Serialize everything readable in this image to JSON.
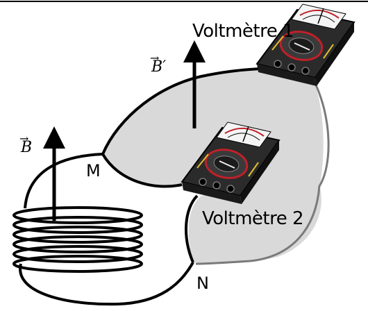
{
  "labels": {
    "voltmeter_1": "Voltmètre 1",
    "voltmeter_2": "Voltmètre 2",
    "point_m": "M",
    "point_n": "N",
    "field_b": "B",
    "field_b_prime": "B′",
    "vector_arrow": "→"
  },
  "colors": {
    "surface_fill": "#d9d9d9",
    "wire": "#000000",
    "surface_edge": "#7a7a7a",
    "meter_body": "#2b2b2b",
    "meter_dial_red": "#c0202a"
  }
}
